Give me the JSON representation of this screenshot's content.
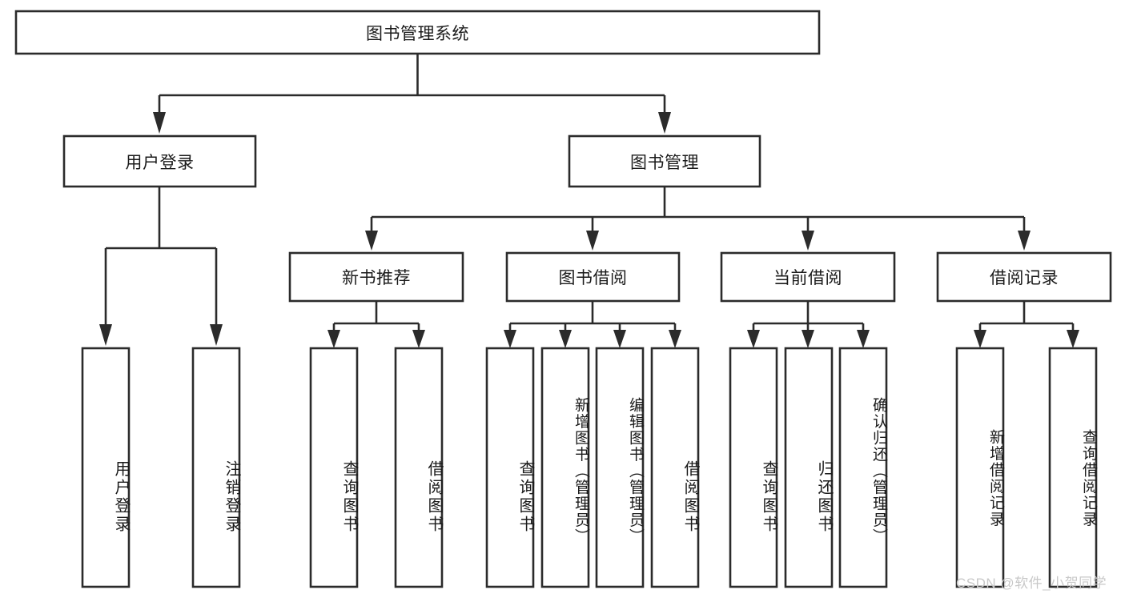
{
  "diagram": {
    "title": "图书管理系统",
    "watermark": "CSDN @软件_小贺同学",
    "colors": {
      "stroke": "#2b2b2b",
      "fill": "#ffffff",
      "text": "#1a1a1a",
      "watermark": "#c8c8c8",
      "background": "#ffffff"
    },
    "levels": {
      "root": "图书管理系统",
      "level2": [
        "用户登录",
        "图书管理"
      ],
      "level3": [
        "新书推荐",
        "图书借阅",
        "当前借阅",
        "借阅记录"
      ]
    },
    "nodes": {
      "root": "图书管理系统",
      "user_login": "用户登录",
      "book_manage": "图书管理",
      "new_book_rec": "新书推荐",
      "book_borrow": "图书借阅",
      "current_borrow": "当前借阅",
      "borrow_record": "借阅记录",
      "leaf_user_login": "用户登录",
      "leaf_logout": "注销登录",
      "leaf_query_book_1": "查询图书",
      "leaf_borrow_book_1": "借阅图书",
      "leaf_query_book_2": "查询图书",
      "leaf_add_book": "新增图书（管理员）",
      "leaf_edit_book": "编辑图书（管理员）",
      "leaf_borrow_book_2": "借阅图书",
      "leaf_query_book_3": "查询图书",
      "leaf_return_book": "归还图书",
      "leaf_confirm_return": "确认归还（管理员）",
      "leaf_add_record": "新增借阅记录",
      "leaf_query_record": "查询借阅记录"
    },
    "tree": [
      {
        "label": "图书管理系统",
        "children": [
          {
            "label": "用户登录",
            "children": [
              {
                "label": "用户登录"
              },
              {
                "label": "注销登录"
              }
            ]
          },
          {
            "label": "图书管理",
            "children": [
              {
                "label": "新书推荐",
                "children": [
                  {
                    "label": "查询图书"
                  },
                  {
                    "label": "借阅图书"
                  }
                ]
              },
              {
                "label": "图书借阅",
                "children": [
                  {
                    "label": "查询图书"
                  },
                  {
                    "label": "新增图书（管理员）"
                  },
                  {
                    "label": "编辑图书（管理员）"
                  },
                  {
                    "label": "借阅图书"
                  }
                ]
              },
              {
                "label": "当前借阅",
                "children": [
                  {
                    "label": "查询图书"
                  },
                  {
                    "label": "归还图书"
                  },
                  {
                    "label": "确认归还（管理员）"
                  }
                ]
              },
              {
                "label": "借阅记录",
                "children": [
                  {
                    "label": "新增借阅记录"
                  },
                  {
                    "label": "查询借阅记录"
                  }
                ]
              }
            ]
          }
        ]
      }
    ]
  }
}
